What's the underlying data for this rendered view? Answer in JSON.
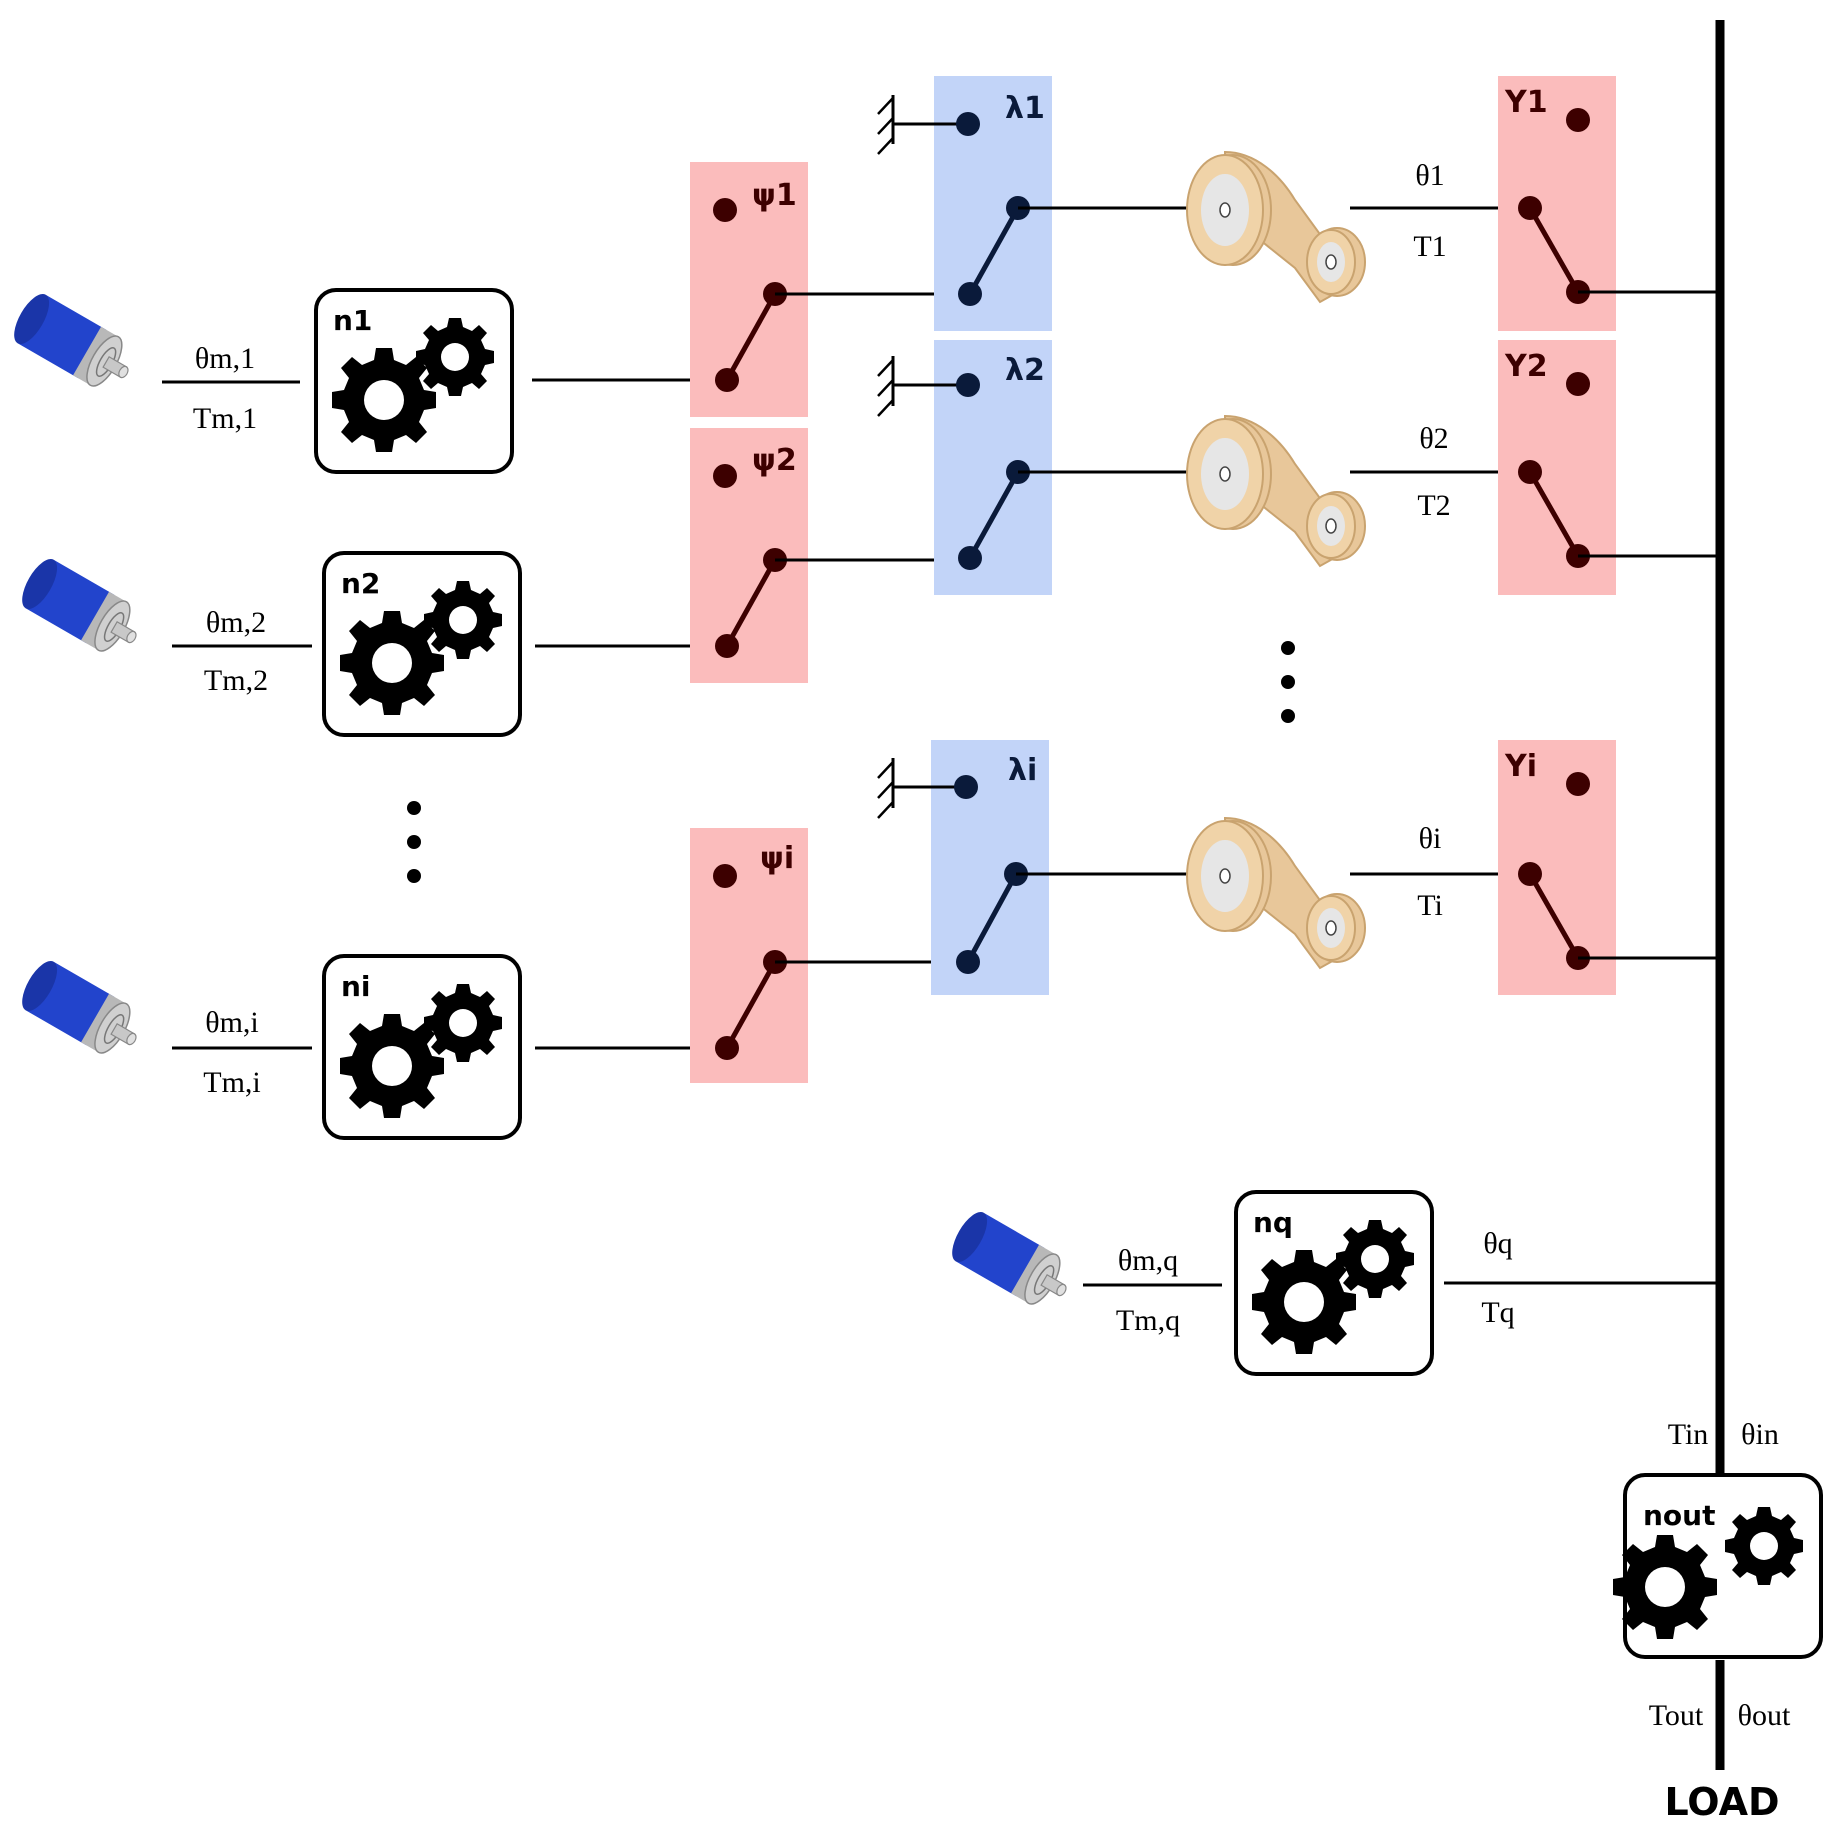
{
  "motors": [
    {
      "id": "1",
      "theta": "θm,1",
      "torque": "Tm,1",
      "gear": "n1"
    },
    {
      "id": "2",
      "theta": "θm,2",
      "torque": "Tm,2",
      "gear": "n2"
    },
    {
      "id": "i",
      "theta": "θm,i",
      "torque": "Tm,i",
      "gear": "ni"
    },
    {
      "id": "q",
      "theta": "θm,q",
      "torque": "Tm,q",
      "gear": "nq"
    }
  ],
  "psi_switches": [
    "ψ1",
    "ψ2",
    "ψi"
  ],
  "lambda_switches": [
    "λ1",
    "λ2",
    "λi"
  ],
  "gamma_switches": [
    "Y1",
    "Y2",
    "Yi"
  ],
  "belt_outputs": [
    {
      "theta": "θ1",
      "torque": "T1"
    },
    {
      "theta": "θ2",
      "torque": "T2"
    },
    {
      "theta": "θi",
      "torque": "Ti"
    }
  ],
  "q_output": {
    "theta": "θq",
    "torque": "Tq"
  },
  "output_gear": {
    "label": "nout",
    "t_in": "Tin",
    "theta_in": "θin",
    "t_out": "Tout",
    "theta_out": "θout"
  },
  "load_label": "LOAD",
  "colors": {
    "psi_fill": "#fbbcbc",
    "lambda_fill": "#c2d4f8",
    "gamma_fill": "#fbbcbc",
    "dark_red": "#3d0000",
    "dark_blue": "#0a1a3a",
    "motor_blue": "#2244cc",
    "belt_tan": "#e8c79a"
  }
}
